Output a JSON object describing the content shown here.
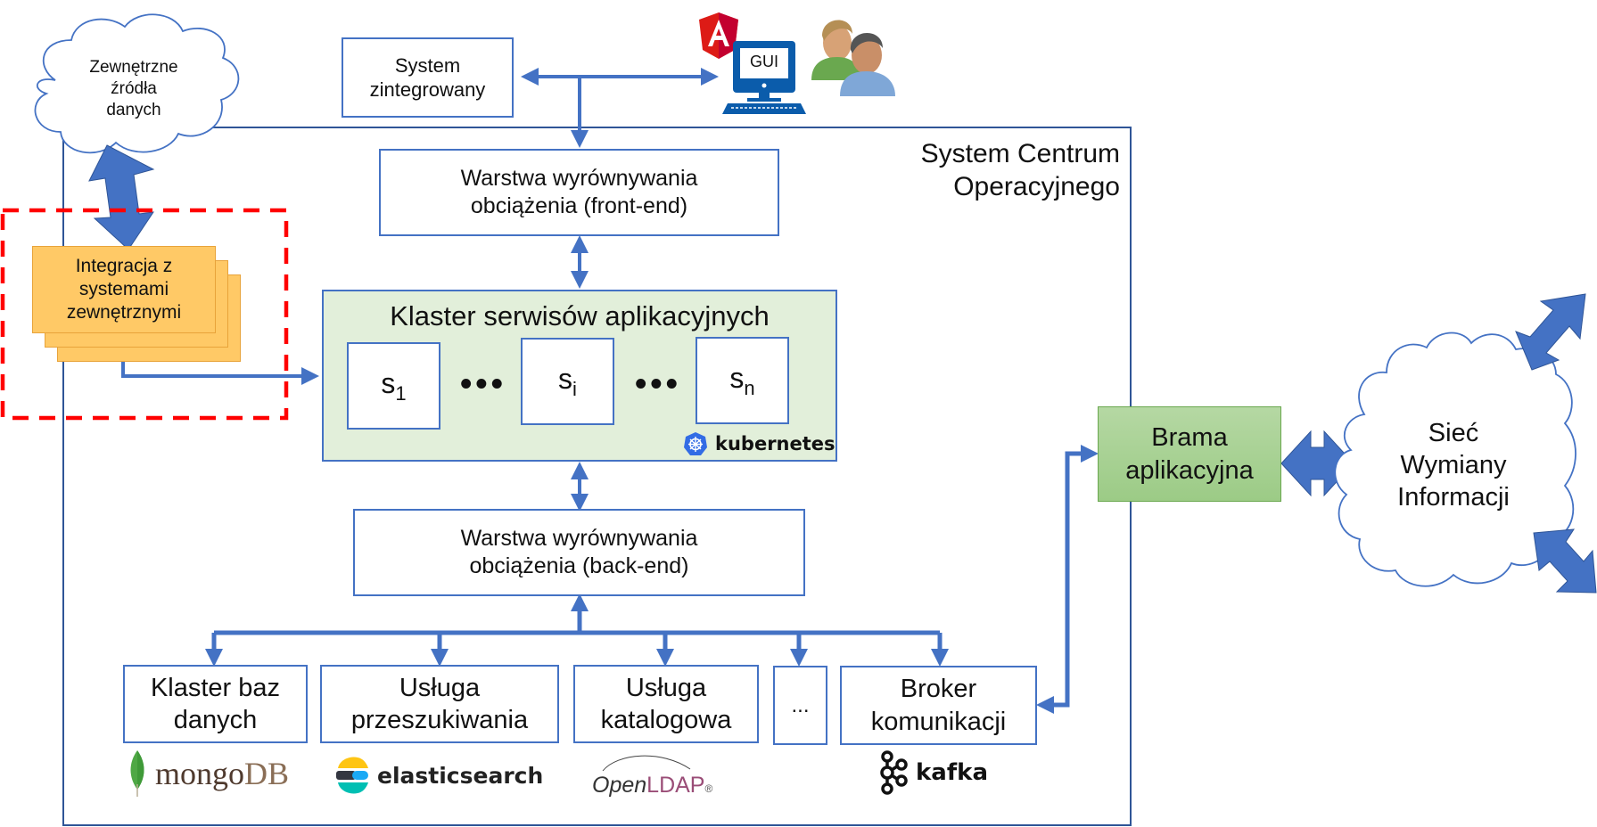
{
  "title": "System Centrum Operacyjnego",
  "colors": {
    "arrow": "#4472c4",
    "frame": "#2f5597",
    "integration_fill": "#ffc966",
    "cluster_fill": "#e2efda",
    "gateway_fill": "#a9d18e",
    "highlight_dash": "#ff0000"
  },
  "external_sources_cloud": {
    "label": "Zewnętrzne\nźródła\ndanych"
  },
  "integrated_system": {
    "label": "System\nzintegrowany"
  },
  "gui": {
    "label": "GUI",
    "framework_icon": "angular-icon",
    "users_icon": "users-icon"
  },
  "system_title": "System Centrum\nOperacyjnego",
  "frontend_lb": {
    "label": "Warstwa wyrównywania\nobciążenia (front-end)"
  },
  "integration": {
    "label": "Integracja z\nsystemami\nzewnętrznymi"
  },
  "app_cluster": {
    "title": "Klaster serwisów aplikacyjnych",
    "services": [
      {
        "base": "s",
        "sub": "1"
      },
      {
        "base": "s",
        "sub": "i"
      },
      {
        "base": "s",
        "sub": "n"
      }
    ],
    "ellipsis": "•••",
    "platform": "kubernetes"
  },
  "backend_lb": {
    "label": "Warstwa wyrównywania\nobciążenia (back-end)"
  },
  "bottom_services": [
    {
      "label": "Klaster baz\ndanych",
      "logo": "mongoDB",
      "logo_prefix": "mongo",
      "logo_suffix": "DB"
    },
    {
      "label": "Usługa\nprzeszukiwania",
      "logo": "elasticsearch"
    },
    {
      "label": "Usługa\nkatalogowa",
      "logo_prefix": "Open",
      "logo_suffix": "LDAP",
      "logo_mark": "®"
    },
    {
      "label": "..."
    },
    {
      "label": "Broker\nkomunikacji",
      "logo": "kafka"
    }
  ],
  "gateway": {
    "label": "Brama\naplikacyjna"
  },
  "exchange_cloud": {
    "label": "Sieć\nWymiany\nInformacji"
  }
}
